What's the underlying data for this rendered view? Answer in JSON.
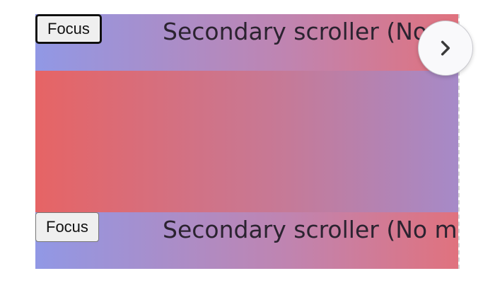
{
  "rows": [
    {
      "type": "secondary",
      "button_label": "Focus",
      "button_focused": true,
      "label": "Secondary scroller (No more"
    },
    {
      "type": "primary"
    },
    {
      "type": "secondary",
      "button_label": "Focus",
      "button_focused": false,
      "label": "Secondary scroller (No more"
    }
  ],
  "scroll_button": {
    "icon": "chevron-right-icon",
    "direction": "next"
  },
  "colors": {
    "secondary_gradient": [
      "#9198e5",
      "#c084b0",
      "#e0727e"
    ],
    "primary_gradient": [
      "#e66465",
      "#c57a98",
      "#a68ac8"
    ],
    "text": "#2b2330"
  }
}
